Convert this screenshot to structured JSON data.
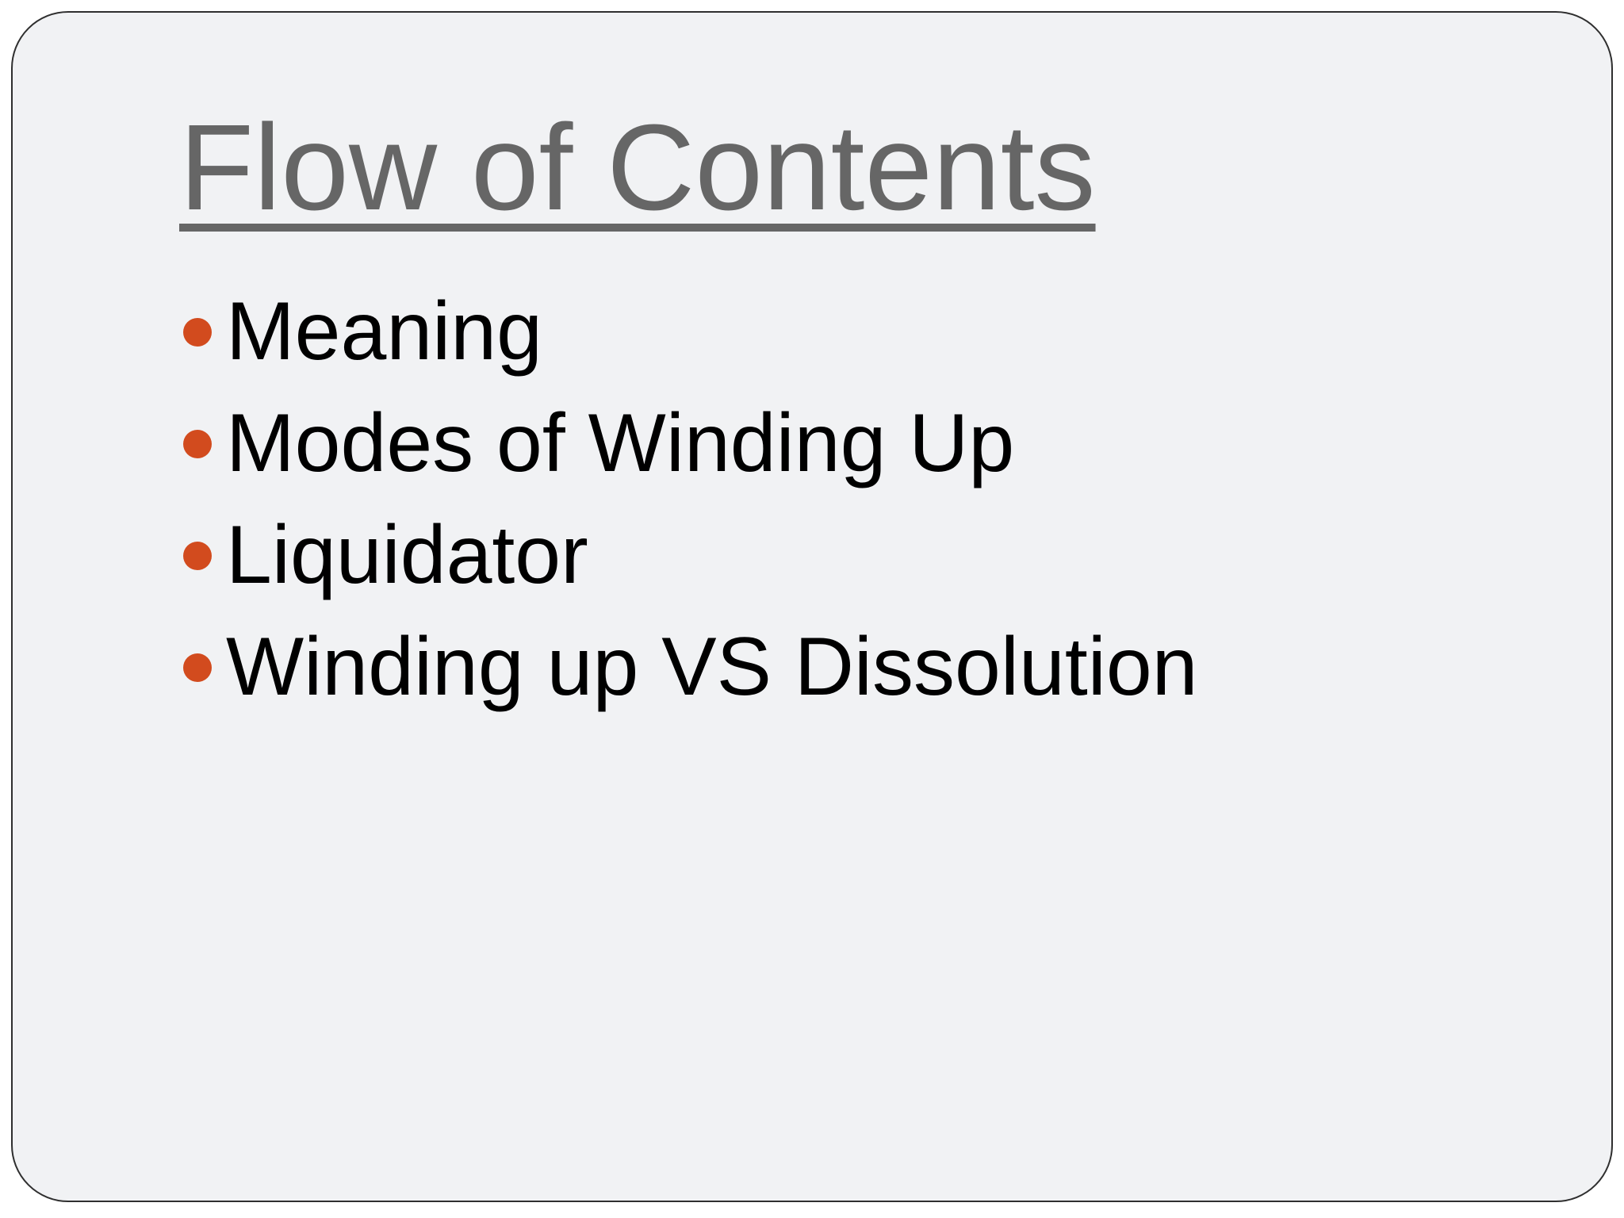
{
  "slide": {
    "title": "Flow of Contents",
    "bullets": [
      "Meaning",
      "Modes of Winding Up",
      "Liquidator",
      "Winding up VS Dissolution"
    ],
    "colors": {
      "title": "#666666",
      "bullet_marker": "#d24b1e",
      "text": "#000000",
      "background": "#f1f2f4",
      "border": "#2f2f2f"
    }
  }
}
